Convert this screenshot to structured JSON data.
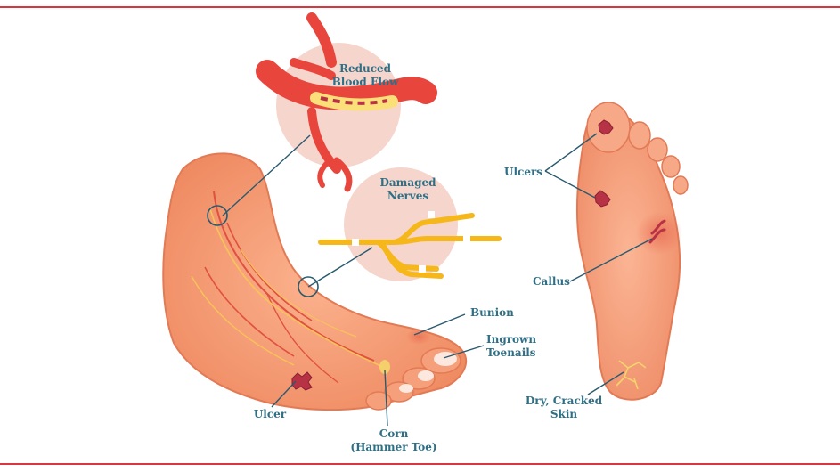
{
  "labels": {
    "reduced_blood_flow": "Reduced\nBlood Flow",
    "damaged_nerves": "Damaged\nNerves",
    "bunion": "Bunion",
    "ingrown_toenails": "Ingrown\nToenails",
    "ulcer": "Ulcer",
    "corn": "Corn\n(Hammer Toe)",
    "ulcers": "Ulcers",
    "callus": "Callus",
    "dry_cracked_skin": "Dry, Cracked\nSkin"
  },
  "colors": {
    "frame": "#d9363e",
    "label_text": "#2f6f86",
    "skin": "#f7a27a",
    "skin_shadow": "#ec845f",
    "callout_circle": "#f6d5cc",
    "vessel": "#e8453c",
    "nerve": "#f6b71b",
    "leader": "#2a5a6e"
  }
}
